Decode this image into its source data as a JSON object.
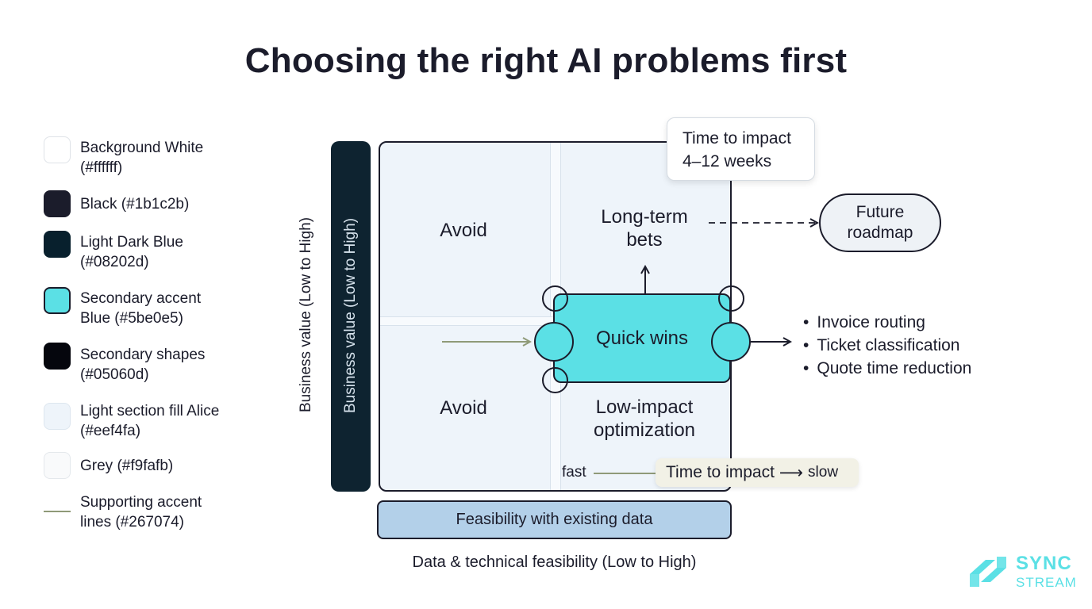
{
  "title": "Choosing the right AI problems first",
  "legend": [
    {
      "label": "Background White (#ffffff)",
      "color": "#ffffff"
    },
    {
      "label": "Black (#1b1c2b)",
      "color": "#1b1c2b"
    },
    {
      "label": "Light Dark Blue (#08202d)",
      "color": "#08202d"
    },
    {
      "label": "Secondary accent Blue (#5be0e5)",
      "color": "#5be0e5"
    },
    {
      "label": "Secondary shapes (#05060d)",
      "color": "#05060d"
    },
    {
      "label": "Light section fill Alice (#eef4fa)",
      "color": "#eef4fa"
    },
    {
      "label": "Grey (#f9fafb)",
      "color": "#f9fafb"
    },
    {
      "label": "Supporting accent lines (#267074)",
      "color": "#267074"
    }
  ],
  "axes": {
    "y_outer": "Business value (Low to High)",
    "y_bar": "Business value (Low to High)",
    "x_bar": "Feasibility with existing data",
    "x_outer": "Data & technical feasibility (Low to High)"
  },
  "quadrants": {
    "top_left": "Avoid",
    "top_right": "Long-term bets",
    "bottom_left": "Avoid",
    "bottom_right": "Low-impact optimization"
  },
  "quick_wins": "Quick wins",
  "callout_top": {
    "line1": "Time to impact",
    "line2": "4–12 weeks"
  },
  "future": {
    "line1": "Future",
    "line2": "roadmap"
  },
  "examples": [
    "Invoice routing",
    "Ticket classification",
    "Quote time reduction"
  ],
  "time_scale": {
    "fast": "fast",
    "label": "Time to impact",
    "arrow": "⟶",
    "slow": "slow"
  },
  "logo": {
    "line1": "SYNC",
    "line2": "STREAM"
  },
  "colors": {
    "accent": "#5be0e5",
    "dark": "#08202d",
    "fill": "#eef4fa",
    "line": "#8f9a78"
  }
}
